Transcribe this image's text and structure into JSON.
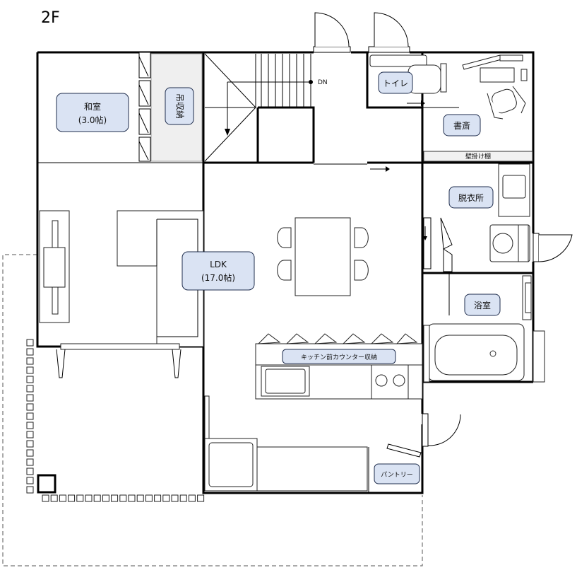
{
  "floor": "2F",
  "rooms": {
    "washitsu": {
      "name": "和室",
      "size": "(3.0帖)"
    },
    "tsuri_shuno": "吊収納",
    "toilet": "トイレ",
    "shosai": "書斎",
    "datsuisho": "脱衣所",
    "ldk": {
      "name": "LDK",
      "size": "(17.0帖)"
    },
    "yokushitsu": "浴室",
    "kitchen_storage": "キッチン前カウンター収納",
    "pantry": "パントリー"
  },
  "annotations": {
    "stair_dn": "DN",
    "shelf_label": "壁掛け棚"
  }
}
